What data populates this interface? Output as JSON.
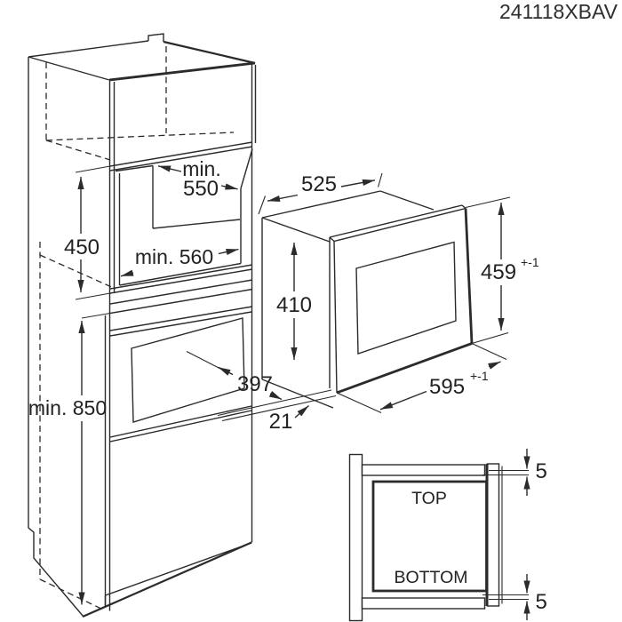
{
  "header": {
    "model_code": "241118XBAV"
  },
  "cabinet": {
    "niche_width_prefix": "min.",
    "niche_width_value": "550",
    "niche_height": "450",
    "niche_depth": "min. 560",
    "min_height": "min. 850"
  },
  "microwave": {
    "body_width": "525",
    "body_height": "410",
    "body_depth": "397",
    "trim_height": "459",
    "trim_height_tolerance": "+-1",
    "trim_width": "595",
    "trim_width_tolerance": "+-1",
    "trim_overhang": "21"
  },
  "inset": {
    "top_label": "TOP",
    "bottom_label": "BOTTOM",
    "top_gap": "5",
    "bottom_gap": "5"
  },
  "colors": {
    "line": "#2b2b2b",
    "background": "#ffffff"
  }
}
